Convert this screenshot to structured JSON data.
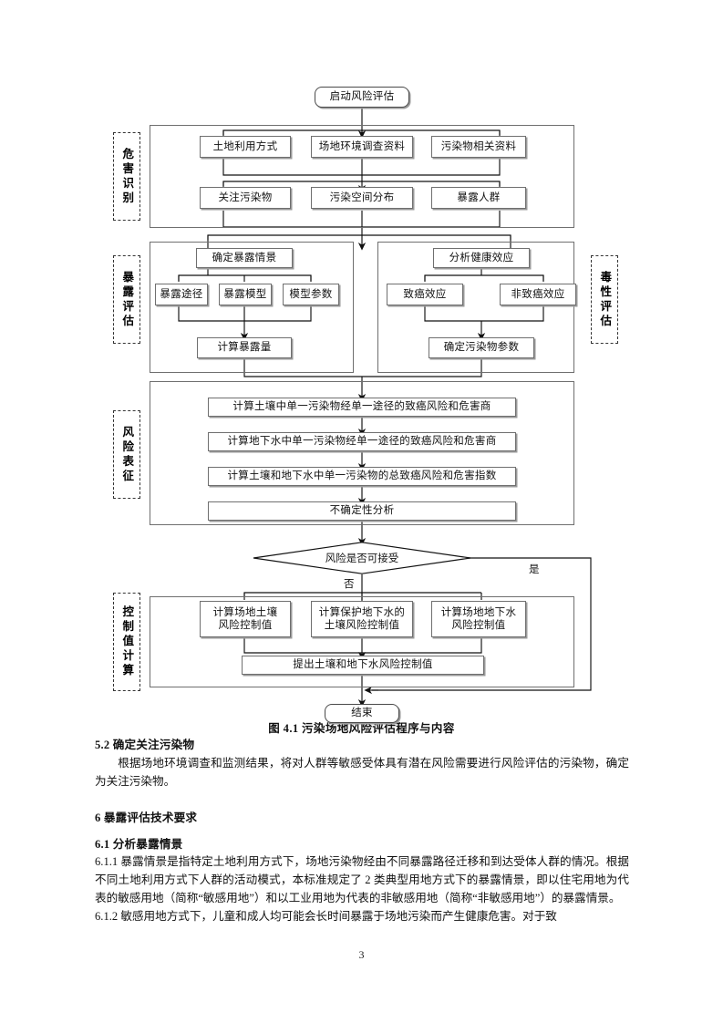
{
  "figure": {
    "caption": "图 4.1  污染场地风险评估程序与内容",
    "start_node": "启动风险评估",
    "end_node": "结束",
    "decision": "风险是否可接受",
    "decision_yes": "是",
    "decision_no": "否",
    "stages": [
      {
        "key": "hazard",
        "label": "危害识别"
      },
      {
        "key": "exposure",
        "label": "暴露评估"
      },
      {
        "key": "toxicity",
        "label": "毒性评估"
      },
      {
        "key": "risk",
        "label": "风险表征"
      },
      {
        "key": "control",
        "label": "控制值计算"
      }
    ],
    "hazard_row1": [
      "土地利用方式",
      "场地环境调查资料",
      "污染物相关资料"
    ],
    "hazard_row2": [
      "关注污染物",
      "污染空间分布",
      "暴露人群"
    ],
    "exposure": {
      "top": "确定暴露情景",
      "middle": [
        "暴露途径",
        "暴露模型",
        "模型参数"
      ],
      "bottom": "计算暴露量"
    },
    "toxicity": {
      "top": "分析健康效应",
      "middle": [
        "致癌效应",
        "非致癌效应"
      ],
      "bottom": "确定污染物参数"
    },
    "risk_steps": [
      "计算土壤中单一污染物经单一途径的致癌风险和危害商",
      "计算地下水中单一污染物经单一途径的致癌风险和危害商",
      "计算土壤和地下水中单一污染物的总致癌风险和危害指数",
      "不确定性分析"
    ],
    "control": {
      "row": [
        "计算场地土壤\n风险控制值",
        "计算保护地下水的\n土壤风险控制值",
        "计算场地地下水\n风险控制值"
      ],
      "bottom": "提出土壤和地下水风险控制值"
    }
  },
  "body": {
    "sec52_heading": "5.2  确定关注污染物",
    "sec52_para": "根据场地环境调查和监测结果，将对人群等敏感受体具有潜在风险需要进行风险评估的污染物，确定为关注污染物。",
    "sec6_heading": "6  暴露评估技术要求",
    "sec61_heading": "6.1  分析暴露情景",
    "sec611_para": "6.1.1 暴露情景是指特定土地利用方式下，场地污染物经由不同暴露路径迁移和到达受体人群的情况。根据不同土地利用方式下人群的活动模式，本标准规定了 2 类典型用地方式下的暴露情景，即以住宅用地为代表的敏感用地（简称“敏感用地”）和以工业用地为代表的非敏感用地（简称“非敏感用地”）的暴露情景。",
    "sec612_para": "6.1.2 敏感用地方式下，儿童和成人均可能会长时间暴露于场地污染而产生健康危害。对于致"
  },
  "page_number": "3"
}
